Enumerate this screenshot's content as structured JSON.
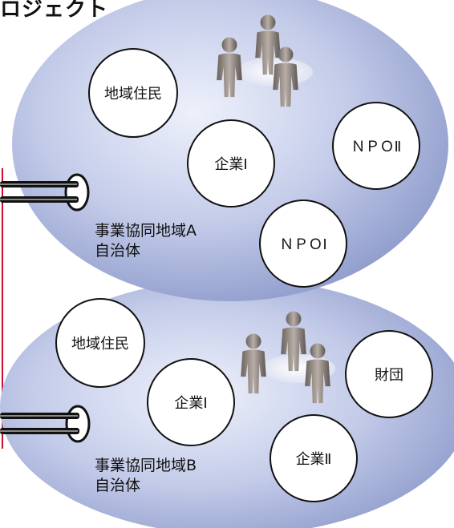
{
  "title": "ロジェクト",
  "regions": [
    {
      "name_line1": "事業協同地域A",
      "name_line2": "自治体",
      "circles": [
        "地域住民",
        "企業Ⅰ",
        "ＮＰＯⅡ",
        "ＮＰＯⅠ"
      ]
    },
    {
      "name_line1": "事業協同地域B",
      "name_line2": "自治体",
      "circles": [
        "地域住民",
        "企業Ⅰ",
        "財団",
        "企業Ⅱ"
      ]
    }
  ],
  "colors": {
    "ellipse_light": "#dfe5f7",
    "ellipse_dark": "#8f9cc9",
    "connector_line": "#c8102e",
    "cable": "#111111"
  },
  "icons": [
    "people-group-icon",
    "cable-connector-icon"
  ]
}
